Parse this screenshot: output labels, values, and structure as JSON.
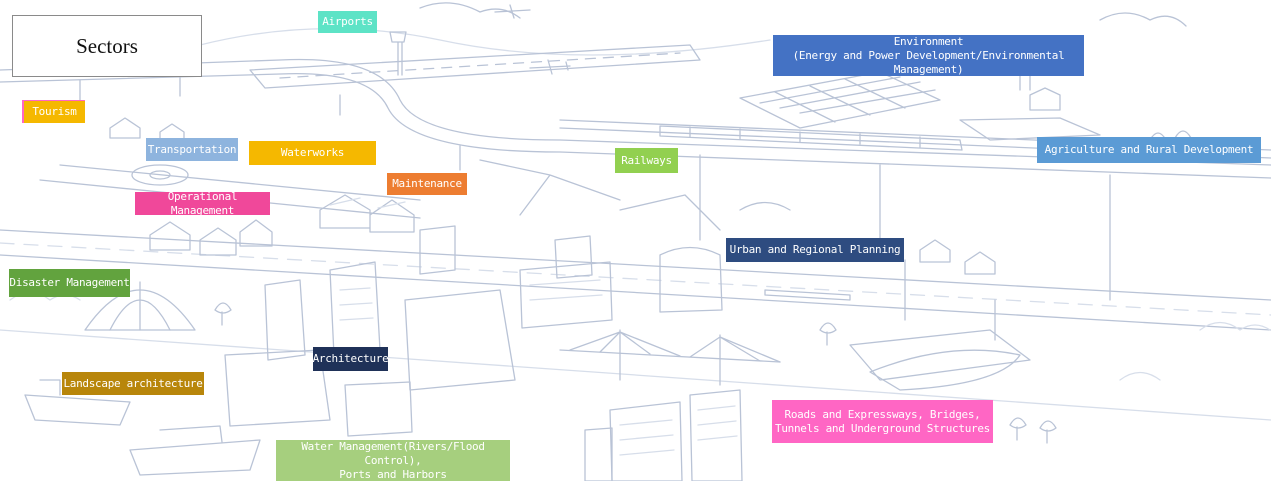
{
  "title": "Sectors",
  "colors": {
    "line": "#b9c3d6",
    "line_light": "#d7deea",
    "airports": "#5de3c6",
    "tourism": "#f5b800",
    "transportation": "#8eb4de",
    "waterworks": "#f5b800",
    "maintenance": "#ed7d31",
    "operational": "#f0489a",
    "disaster": "#62a33e",
    "architecture": "#1f3158",
    "landscape": "#b8860b",
    "water_mgmt": "#a6cf7e",
    "railways": "#92d050",
    "environment": "#4472c4",
    "agriculture": "#5b9bd5",
    "urban": "#2e4c80",
    "roads": "#ff66c4"
  },
  "sectors": [
    {
      "id": "airports",
      "label": "Airports"
    },
    {
      "id": "tourism",
      "label": "Tourism"
    },
    {
      "id": "transportation",
      "label": "Transportation"
    },
    {
      "id": "waterworks",
      "label": "Waterworks"
    },
    {
      "id": "maintenance",
      "label": "Maintenance"
    },
    {
      "id": "operational",
      "label": "Operational Management"
    },
    {
      "id": "disaster",
      "label": "Disaster Management"
    },
    {
      "id": "architecture",
      "label": "Architecture"
    },
    {
      "id": "landscape",
      "label": "Landscape architecture"
    },
    {
      "id": "water_mgmt",
      "label": "Water Management(Rivers/Flood Control),\nPorts and Harbors"
    },
    {
      "id": "railways",
      "label": "Railways"
    },
    {
      "id": "environment",
      "label": "Environment\n(Energy and Power Development/Environmental Management)"
    },
    {
      "id": "agriculture",
      "label": "Agriculture and Rural Development"
    },
    {
      "id": "urban",
      "label": "Urban and Regional Planning"
    },
    {
      "id": "roads",
      "label": "Roads and Expressways, Bridges,\nTunnels and Underground Structures"
    }
  ]
}
